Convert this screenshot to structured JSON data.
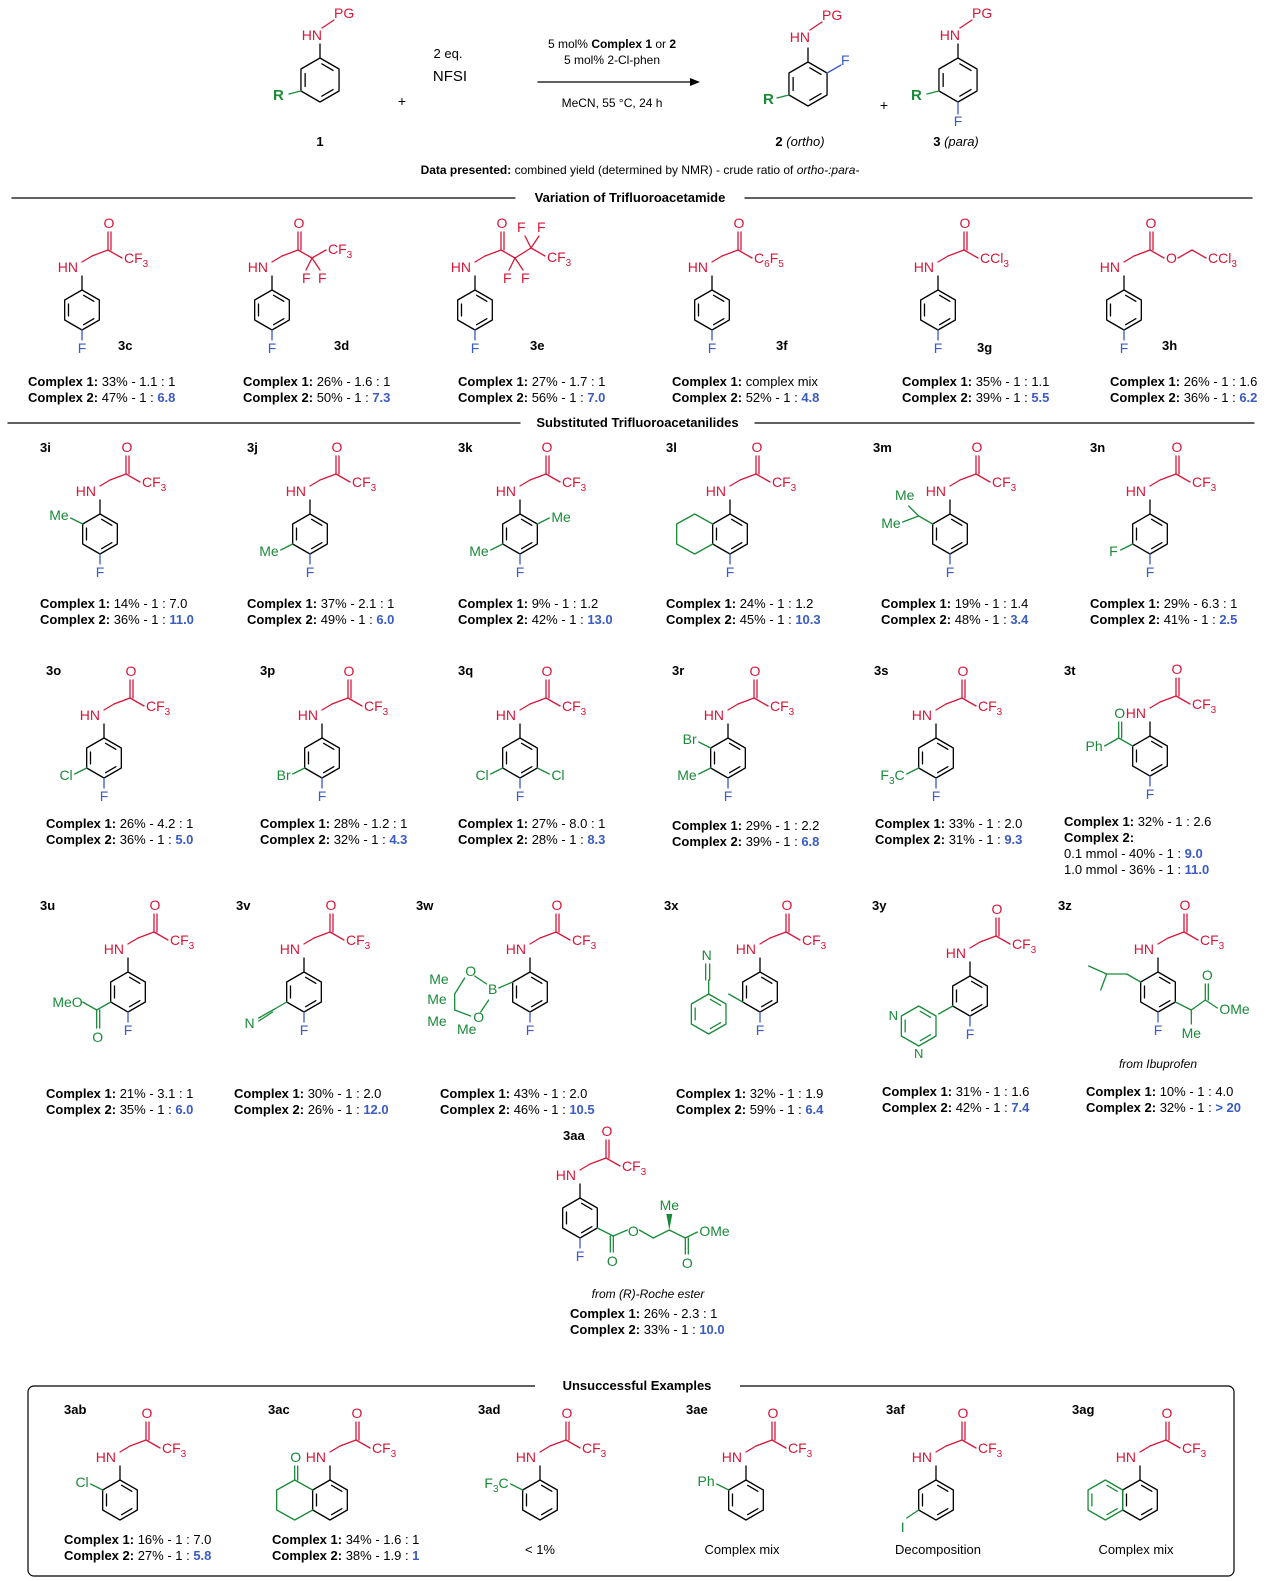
{
  "header": {
    "cond_line1_prefix": "5 mol% ",
    "cond_line1_bold1": "Complex 1",
    "cond_line1_mid": " or ",
    "cond_line1_bold2": "2",
    "cond_line2": "5 mol% 2-Cl-phen",
    "cond_line3": "MeCN, 55 °C, 24 h",
    "reagent_eq": "2 eq.",
    "reagent": "NFSI",
    "plus": "+",
    "sm_label": "1",
    "p2_label": "2",
    "p2_sub": "(ortho)",
    "p3_label": "3",
    "p3_sub": "(para)",
    "data_bold": "Data presented:",
    "data_text": " combined yield (determined by NMR) - crude ratio of ",
    "data_ital": "ortho-:para-",
    "PG": "PG",
    "HN": "HN",
    "R": "R",
    "F": "F"
  },
  "sections": {
    "variation": "Variation of Trifluoroacetamide",
    "substituted": "Substituted Trifluoroacetanilides",
    "unsuccessful": "Unsuccessful Examples"
  },
  "labels": {
    "c1": "Complex 1:",
    "c2": "Complex 2:",
    "c1s": "Complex  1:",
    "c2s": "Complex  2:"
  },
  "compounds": [
    {
      "id": "3c",
      "c1": "33% - 1.1 : 1",
      "c2a": "47% -    1 : ",
      "c2b": "6.8",
      "tail": "CF3"
    },
    {
      "id": "3d",
      "c1": "26% - 1.6 : 1",
      "c2a": "50% -    1 : ",
      "c2b": "7.3",
      "tail": "CF3"
    },
    {
      "id": "3e",
      "c1": "27% - 1.7 : 1",
      "c2a": "56% -    1 : ",
      "c2b": "7.0",
      "tail": "CF3"
    },
    {
      "id": "3f",
      "c1": "complex mix",
      "c2a": "52% - 1 : ",
      "c2b": "4.8",
      "tail": "C6F5"
    },
    {
      "id": "3g",
      "c1": "35% - 1 : 1.1",
      "c2a": "39% - 1 : ",
      "c2b": "5.5",
      "tail": "CCl3"
    },
    {
      "id": "3h",
      "c1": "26% - 1 : 1.6",
      "c2a": "36% - 1 : ",
      "c2b": "6.2",
      "tail": "CCl3"
    },
    {
      "id": "3i",
      "c1": "14% - 1 : 7.0",
      "c2a": "36% - 1 : ",
      "c2b": "11.0"
    },
    {
      "id": "3j",
      "c1": "37% - 2.1 : 1",
      "c2a": "49% -    1 : ",
      "c2b": "6.0"
    },
    {
      "id": "3k",
      "c1": "9% -    1 : 1.2",
      "c2a": "42% - 1 : ",
      "c2b": "13.0"
    },
    {
      "id": "3l",
      "c1": "24% - 1 : 1.2",
      "c2a": "45% - 1 : ",
      "c2b": "10.3"
    },
    {
      "id": "3m",
      "c1": "19% - 1 : 1.4",
      "c2a": "48% - 1 : ",
      "c2b": "3.4"
    },
    {
      "id": "3n",
      "c1": "29% - 6.3 : 1",
      "c2a": "41% -    1 : ",
      "c2b": "2.5"
    },
    {
      "id": "3o",
      "c1": "26% - 4.2 : 1",
      "c2a": "36% -    1 : ",
      "c2b": "5.0"
    },
    {
      "id": "3p",
      "c1": "28% - 1.2 : 1",
      "c2a": "32% -    1 : ",
      "c2b": "4.3"
    },
    {
      "id": "3q",
      "c1": "27% - 8.0 : 1",
      "c2a": "28% -    1 : ",
      "c2b": "8.3"
    },
    {
      "id": "3r",
      "c1": "29% - 1 : 2.2",
      "c2a": "39% - 1 : ",
      "c2b": "6.8"
    },
    {
      "id": "3s",
      "c1": "33% - 1 : 2.0",
      "c2a": "31% - 1 : ",
      "c2b": "9.3"
    },
    {
      "id": "3t",
      "c1": "32% - 1 : 2.6",
      "c2a": "",
      "c2b": "",
      "t1a": "0.1 mmol - 40% - 1 : ",
      "t1b": "9.0",
      "t2a": "1.0 mmol - 36% - 1 : ",
      "t2b": "11.0"
    },
    {
      "id": "3u",
      "c1": "21% - 3.1 : 1",
      "c2a": "35% -    1 : ",
      "c2b": "6.0"
    },
    {
      "id": "3v",
      "c1": "30% - 1 : 2.0",
      "c2a": "26% - 1 : ",
      "c2b": "12.0"
    },
    {
      "id": "3w",
      "c1": "43% - 1 : 2.0",
      "c2a": "46% - 1 : ",
      "c2b": "10.5"
    },
    {
      "id": "3x",
      "c1": "32% - 1 : 1.9",
      "c2a": "59% - 1 : ",
      "c2b": "6.4"
    },
    {
      "id": "3y",
      "c1": "31% - 1 : 1.6",
      "c2a": "42% - 1 : ",
      "c2b": "7.4"
    },
    {
      "id": "3z",
      "c1": "10% - 1 : 4.0",
      "c2a": "32% - 1 : ",
      "c2b": "> 20",
      "note": "from Ibuprofen"
    },
    {
      "id": "3aa",
      "c1": "26% - 2.3 : 1",
      "c2a": "33% -    1 : ",
      "c2b": "10.0",
      "note": "from (R)-Roche ester"
    }
  ],
  "unsuccessful": [
    {
      "id": "3ab",
      "c1": "16% - 1 : 7.0",
      "c2a": "27% - 1 : ",
      "c2b": "5.8"
    },
    {
      "id": "3ac",
      "c1": "34% - 1.6 : 1",
      "c2a": "38% - 1.9 : ",
      "c2b": "1"
    },
    {
      "id": "3ad",
      "result": "< 1%"
    },
    {
      "id": "3ae",
      "result": "Complex mix"
    },
    {
      "id": "3af",
      "result": "Decomposition"
    },
    {
      "id": "3ag",
      "result": "Complex mix"
    }
  ],
  "atoms": {
    "O": "O",
    "CF": "CF",
    "sub3": "3",
    "Me": "Me",
    "Cl": "Cl",
    "Br": "Br",
    "Ph": "Ph",
    "N": "N",
    "B": "B",
    "I": "I",
    "MeO": "MeO",
    "OMe": "OMe",
    "F3C_F": "F",
    "F3C_C": "C",
    "C6F5": "C",
    "CCl": "CCl",
    "C6": "6",
    "F5": "5"
  },
  "colors": {
    "pg": "#d6173a",
    "substituent": "#1a8a3a",
    "fluorine": "#3a5bc4",
    "highlight": "#3a5bc4"
  }
}
